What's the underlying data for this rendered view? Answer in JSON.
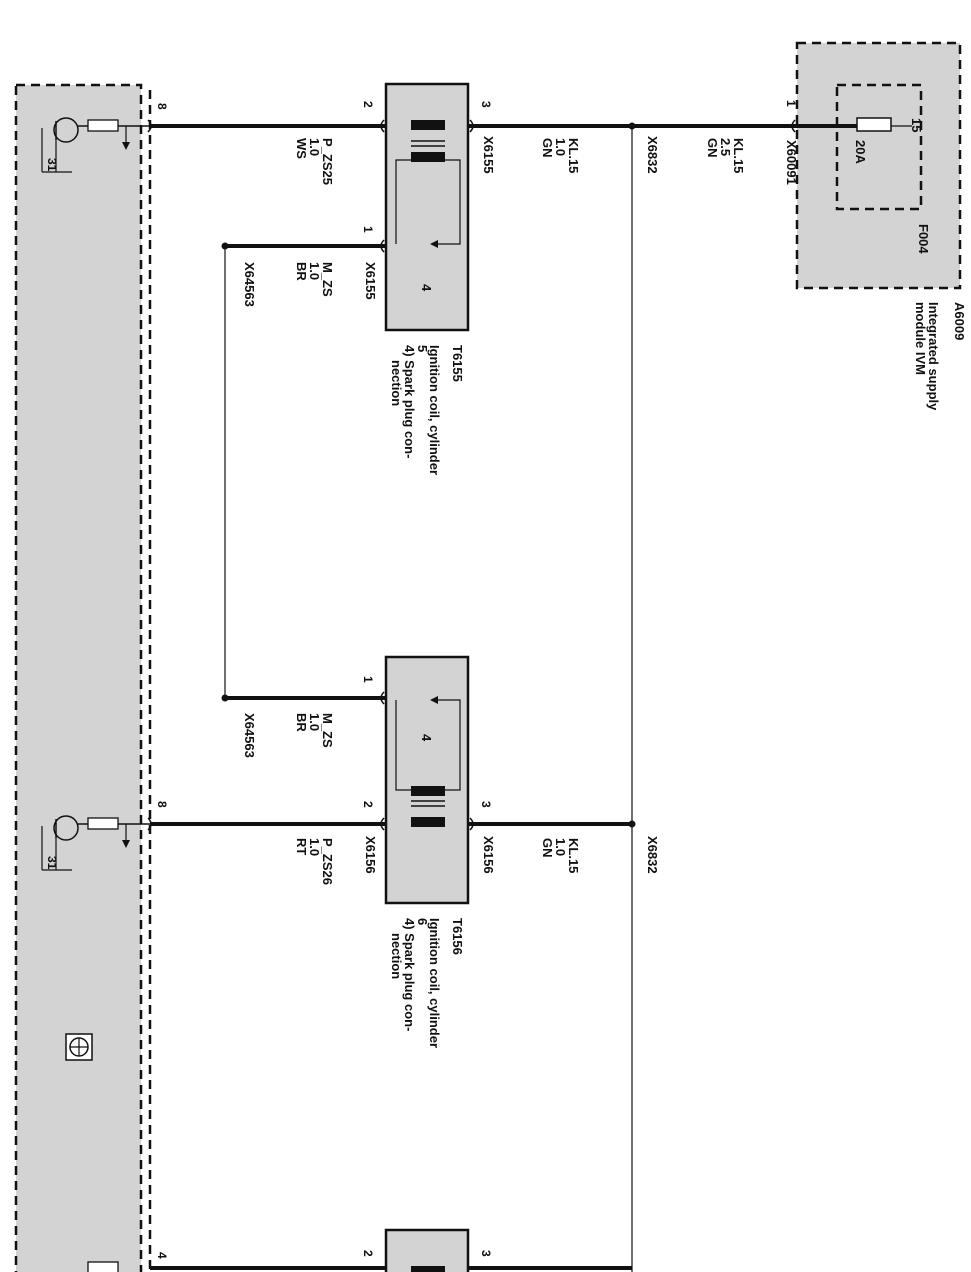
{
  "module_a6009": {
    "id": "A6009",
    "desc_line1": "Integrated supply",
    "desc_line2": "module IVM",
    "fuse_id": "F004",
    "fuse_rating": "20A",
    "fuse_pin": "15",
    "pin": "1",
    "connector": "X60091",
    "wire": [
      "KL.15",
      "2.5",
      "GN"
    ]
  },
  "splice_x6832": "X6832",
  "coil_5": {
    "id": "T6155",
    "name_line1": "Ignition coil, cylinder",
    "name_line2": "5",
    "note_line1": "4) Spark plug con-",
    "note_line2": "nection",
    "connector": "X6155",
    "pin_supply": "3",
    "pin_signal": "2",
    "pin_ground": "1",
    "plug_label": "4",
    "supply_wire": [
      "KL.15",
      "1.0",
      "GN"
    ],
    "signal_wire": [
      "P_ZS25",
      "1.0",
      "WS"
    ],
    "ground_wire": [
      "M_ZS",
      "1.0",
      "BR"
    ],
    "ground_connector": "X64563"
  },
  "coil_6": {
    "id": "T6156",
    "name_line1": "Ignition coil, cylinder",
    "name_line2": "6",
    "note_line1": "4) Spark plug con-",
    "note_line2": "nection",
    "connector_supply": "X6156",
    "connector_signal": "X6156",
    "pin_supply": "3",
    "pin_signal": "2",
    "pin_ground": "1",
    "plug_label": "4",
    "supply_wire": [
      "KL.15",
      "1.0",
      "GN"
    ],
    "signal_wire": [
      "P_ZS26",
      "1.0",
      "RT"
    ],
    "ground_wire": [
      "M_ZS",
      "1.0",
      "BR"
    ],
    "ground_connector": "X64563"
  },
  "coil_next": {
    "pin_supply": "3",
    "pin_signal": "2"
  },
  "dme": {
    "pin_cyl5": "8",
    "pin_cyl6": "8",
    "pin_next": "4",
    "ground_terminal": "31"
  }
}
